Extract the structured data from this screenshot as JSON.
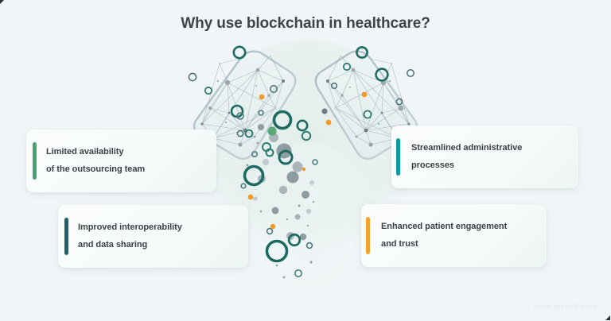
{
  "page": {
    "title": "Why use blockchain in healthcare?",
    "background_color": "#f1f5f8",
    "title_color": "#3d4348",
    "watermark": "www.apriorit.com",
    "watermark_color": "#e3e9ec"
  },
  "illustration": {
    "name": "split-capsule-network",
    "description": "Wireframe low-poly capsule split into two halves with network nodes spilling particles downward",
    "mesh_color": "#8fa3ab",
    "node_colors": {
      "teal_ring": "#1d6b63",
      "gray_fill": "#9aa7ab",
      "dark_gray": "#6e7d82",
      "orange": "#f29b2b",
      "green": "#5aa878",
      "light_gray": "#c3ced2"
    },
    "backdrop_circle_color": "#e8f1ef"
  },
  "cards": [
    {
      "id": "availability",
      "name": "card-availability",
      "text": "Limited availability\nof the outsourcing team",
      "accent_color": "#46a273",
      "position": "top-left"
    },
    {
      "id": "interoperability",
      "name": "card-interoperability",
      "text": "Improved interoperability\nand data sharing",
      "accent_color": "#1e6268",
      "position": "bottom-left"
    },
    {
      "id": "administrative",
      "name": "card-administrative",
      "text": "Streamlined administrative\nprocesses",
      "accent_color": "#0e9ba0",
      "position": "top-right"
    },
    {
      "id": "engagement",
      "name": "card-engagement",
      "text": "Enhanced patient engagement\nand trust",
      "accent_color": "#f4a32e",
      "position": "bottom-right"
    }
  ]
}
